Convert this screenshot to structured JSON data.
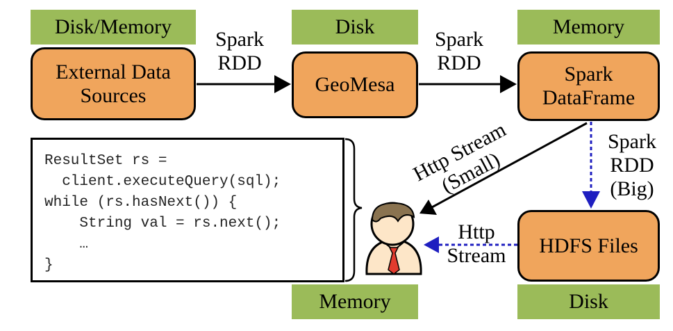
{
  "storage_tags": {
    "external": "Disk/Memory",
    "geomesa": "Disk",
    "dataframe": "Memory",
    "client": "Memory",
    "hdfs": "Disk"
  },
  "nodes": {
    "external_line1": "External Data",
    "external_line2": "Sources",
    "geomesa": "GeoMesa",
    "dataframe_line1": "Spark",
    "dataframe_line2": "DataFrame",
    "hdfs": "HDFS Files"
  },
  "edges": {
    "e1_line1": "Spark",
    "e1_line2": "RDD",
    "e2_line1": "Spark",
    "e2_line2": "RDD",
    "e3_line1": "Spark",
    "e3_line2": "RDD",
    "e3_line3": "(Big)",
    "e4_line1": "Http Stream",
    "e4_line2": "(Small)",
    "e5_line1": "Http",
    "e5_line2": "Stream"
  },
  "code_lines": [
    "ResultSet rs =",
    "  client.executeQuery(sql);",
    "while (rs.hasNext()) {",
    "    String val = rs.next();",
    "    …",
    "}"
  ],
  "colors": {
    "storage_tag": "#9bbb59",
    "node_fill": "#f0a55c",
    "solid_arrow": "#000000",
    "dashed_arrow": "#1f1fc0"
  }
}
